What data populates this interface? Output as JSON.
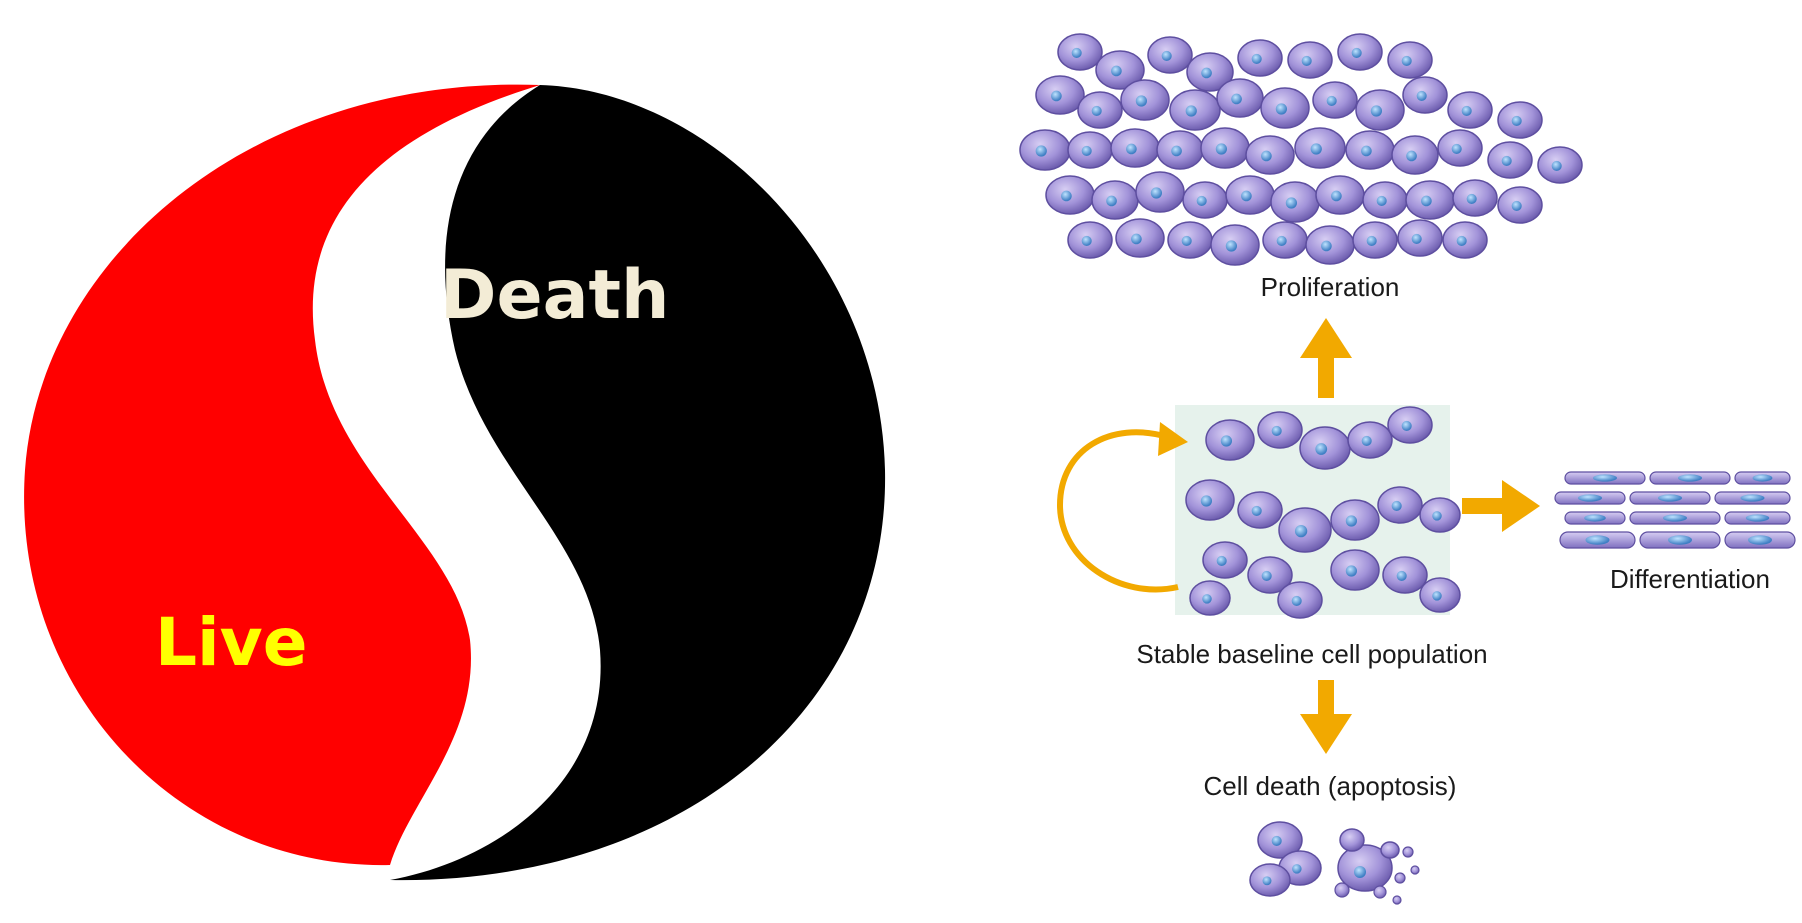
{
  "yin_yang": {
    "dark_label": "Death",
    "light_label": "Live",
    "colors": {
      "red": "#ff0000",
      "black": "#000000",
      "white": "#ffffff",
      "live_text": "#ffff00",
      "death_text": "#f3ecd6"
    }
  },
  "cell_diagram": {
    "proliferation_label": "Proliferation",
    "differentiation_label": "Differentiation",
    "baseline_label": "Stable baseline cell population",
    "apoptosis_label": "Cell death (apoptosis)",
    "colors": {
      "arrow": "#f2a900",
      "cell": "#9f8fd6",
      "cell_dark": "#7666b8",
      "nucleus": "#5f9fd6",
      "box": "#e6f2ec"
    }
  }
}
